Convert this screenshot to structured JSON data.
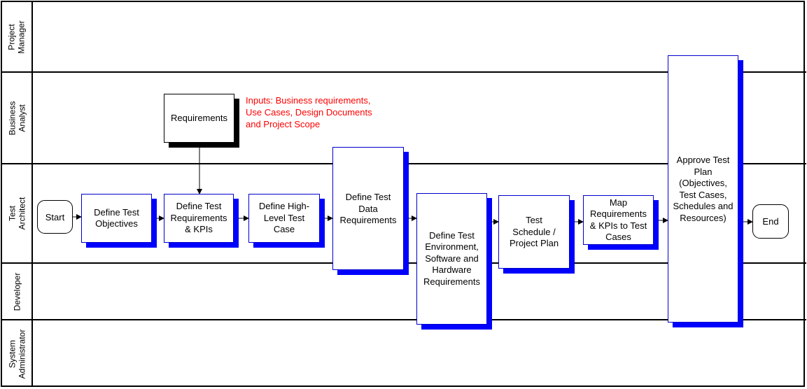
{
  "lanes": [
    {
      "id": "project-manager",
      "label": "Project\nManager"
    },
    {
      "id": "business-analyst",
      "label": "Business\nAnalyst"
    },
    {
      "id": "test-architect",
      "label": "Test\nArchitect"
    },
    {
      "id": "developer",
      "label": "Developer"
    },
    {
      "id": "system-administrator",
      "label": "System\nAdministrator"
    }
  ],
  "nodes": {
    "start": "Start",
    "end": "End",
    "requirements": "Requirements",
    "define_test_objectives": "Define Test\nObjectives",
    "define_test_requirements": "Define Test\nRequirements\n& KPIs",
    "define_high_level_test_case": "Define High-\nLevel Test\nCase",
    "define_test_data_requirements": "Define Test\nData\nRequirements",
    "define_test_environment": "Define Test\nEnvironment,\nSoftware and\nHardware\nRequirements",
    "test_schedule": "Test\nSchedule /\nProject Plan",
    "map_requirements": "Map\nRequirements\n& KPIs to Test\nCases",
    "approve_test_plan": "Approve Test\nPlan\n(Objectives,\nTest Cases,\nSchedules and\nResources)"
  },
  "inputs_note": "Inputs: Business requirements,\nUse Cases, Design Documents\nand Project Scope",
  "colors": {
    "line": "#000000",
    "box_border": "#0000cc",
    "shadow_blue": "#0000ff",
    "shadow_black": "#000000",
    "note": "#ff0000"
  }
}
